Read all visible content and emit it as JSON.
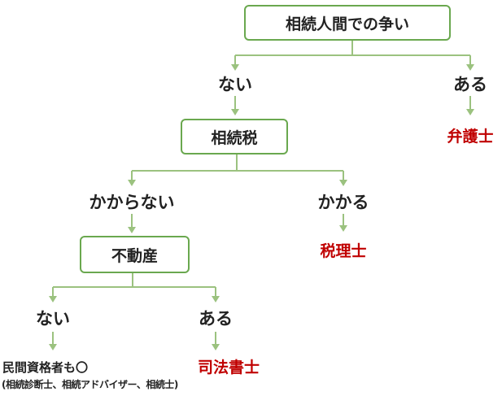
{
  "nodes": {
    "root": "相続人間での争い",
    "tax": "相続税",
    "realestate": "不動産"
  },
  "branches": {
    "root_no": "ない",
    "root_yes": "ある",
    "tax_no": "かからない",
    "tax_yes": "かかる",
    "re_no": "ない",
    "re_yes": "ある"
  },
  "results": {
    "lawyer": "弁護士",
    "tax_accountant": "税理士",
    "judicial_scrivener": "司法書士",
    "private_line1": "民間資格者も〇",
    "private_line2": "(相続診断士、相続アドバイザー、相続士)"
  },
  "colors": {
    "box_border": "#6aa84f",
    "connector": "#9bc27f",
    "result_text": "#c00000"
  }
}
